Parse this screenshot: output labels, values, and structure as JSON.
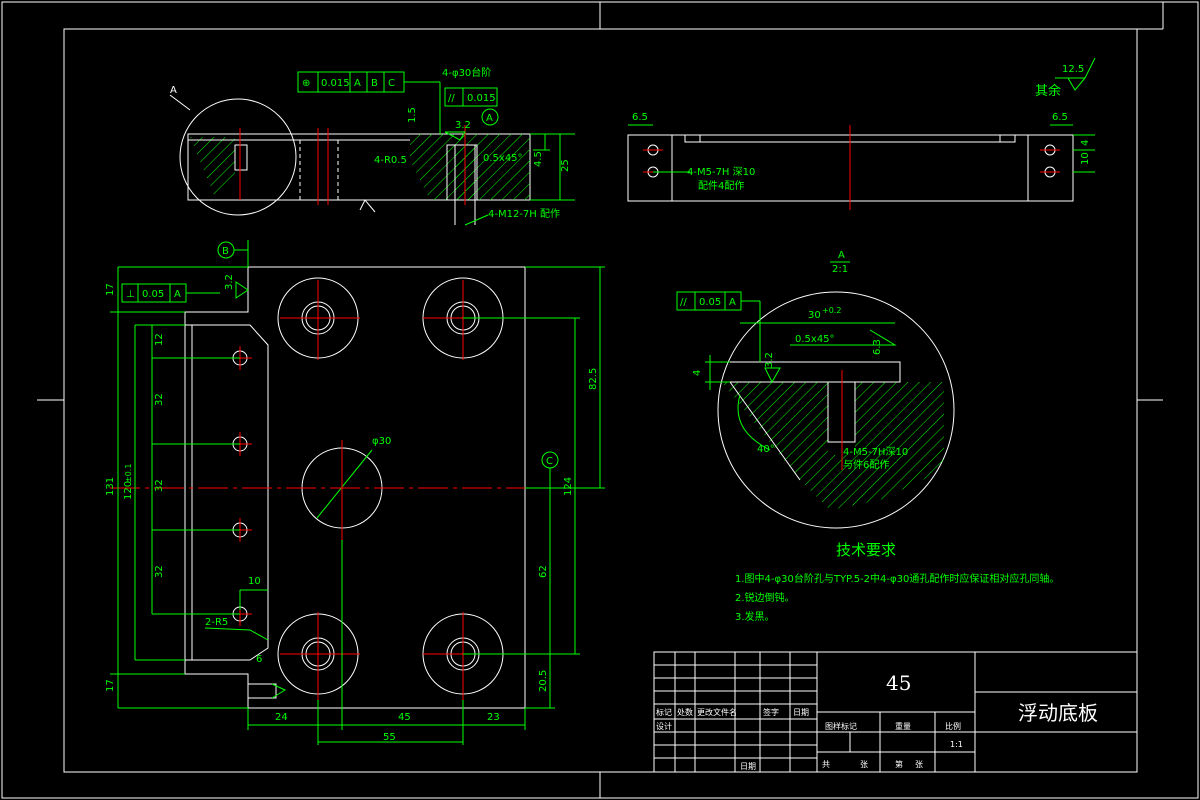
{
  "title_block": {
    "material": "45",
    "part_name": "浮动底板",
    "scale": "1:1",
    "cells": {
      "mark": "标记",
      "count": "处数",
      "change_doc": "更改文件名",
      "sign": "签字",
      "date": "日期",
      "design": "设计",
      "stage_mark": "图样标记",
      "weight": "重量",
      "ratio": "比例",
      "total": "共",
      "sheet": "张",
      "sheet_no": "第",
      "sheet_unit": "张",
      "date2": "日期"
    }
  },
  "tech_requirements": {
    "heading": "技术要求",
    "items": [
      "1.图中4-φ30台阶孔与TYP.5-2中4-φ30通孔配作时应保证相对应孔同轴。",
      "2.锐边倒钝。",
      "3.发黑。"
    ]
  },
  "roughness_other": {
    "label": "其余",
    "value": "12.5"
  },
  "section_labels": {
    "detail": "A",
    "detail_scale": "2:1"
  },
  "top_view": {
    "tolerance_main": [
      "⊕",
      "0.015",
      "A",
      "B",
      "C"
    ],
    "tolerance_sub": [
      "//",
      "0.015"
    ],
    "note_holes": "4-φ30台阶",
    "roughness": "3.2",
    "datum": "A",
    "radius": "4-R0.5",
    "chamfer": "0.5x45°",
    "dim_15": "1.5",
    "dim_45": "4.5",
    "dim_25": "25",
    "tapped": "4-M12-7H 配作"
  },
  "side_view": {
    "d1": "6.5",
    "d2": "6.5",
    "d3": "4",
    "d4": "10",
    "tapped": "4-M5-7H 深10",
    "tapped2": "配件4配作"
  },
  "main_view": {
    "datum_b": "B",
    "datum_c": "C",
    "perp": [
      "⊥",
      "0.05",
      "A"
    ],
    "rough": "3.2",
    "d17a": "17",
    "d17b": "17",
    "d131": "131",
    "d120": "120",
    "d120tol": "±0.1",
    "d12": "12",
    "d32a": "32",
    "d32b": "32",
    "d32c": "32",
    "d82": "82.5",
    "d124": "124",
    "d62": "62",
    "d205": "20.5",
    "phi30": "φ30",
    "d10": "10",
    "d2r5": "2-R5",
    "d6": "6",
    "d24": "24",
    "d45": "45",
    "d23": "23",
    "d55": "55"
  },
  "detail_view": {
    "par": [
      "//",
      "0.05",
      "A"
    ],
    "d30": "30",
    "d30tol": "+0.2",
    "chamfer": "0.5x45°",
    "d63": "6.3",
    "d32": "3.2",
    "d4": "4",
    "angle": "40°",
    "tapped": "4-M5-7H深10",
    "tapped2": "与件6配作"
  }
}
